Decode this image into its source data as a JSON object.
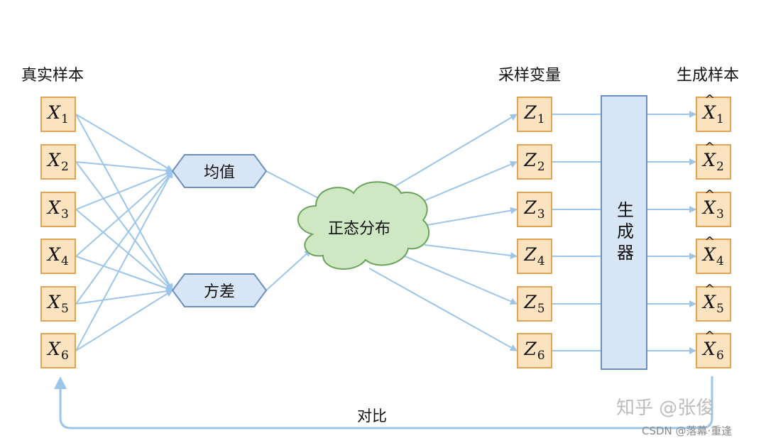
{
  "headings": {
    "real_samples": "真实样本",
    "sampled_vars": "采样变量",
    "generated_samples": "生成样本"
  },
  "inputs": [
    {
      "var": "X",
      "sub": "1"
    },
    {
      "var": "X",
      "sub": "2"
    },
    {
      "var": "X",
      "sub": "3"
    },
    {
      "var": "X",
      "sub": "4"
    },
    {
      "var": "X",
      "sub": "5"
    },
    {
      "var": "X",
      "sub": "6"
    }
  ],
  "stats": {
    "mean": "均值",
    "variance": "方差"
  },
  "distribution": "正态分布",
  "latents": [
    {
      "var": "Z",
      "sub": "1"
    },
    {
      "var": "Z",
      "sub": "2"
    },
    {
      "var": "Z",
      "sub": "3"
    },
    {
      "var": "Z",
      "sub": "4"
    },
    {
      "var": "Z",
      "sub": "5"
    },
    {
      "var": "Z",
      "sub": "6"
    }
  ],
  "generator": "生成器",
  "outputs": [
    {
      "var": "X",
      "hat": "^",
      "sub": "1"
    },
    {
      "var": "X",
      "hat": "^",
      "sub": "2"
    },
    {
      "var": "X",
      "hat": "^",
      "sub": "3"
    },
    {
      "var": "X",
      "hat": "^",
      "sub": "4"
    },
    {
      "var": "X",
      "hat": "^",
      "sub": "5"
    },
    {
      "var": "X",
      "hat": "^",
      "sub": "6"
    }
  ],
  "compare": "对比",
  "watermarks": {
    "zhihu": "知乎 @张俊",
    "csdn": "CSDN @落幕·重逢"
  },
  "colors": {
    "box_fill": "#fce3c0",
    "box_border": "#e3a452",
    "arrow": "#9cc5ea",
    "hex_fill": "#d8e5f5",
    "hex_border": "#6d8fc0",
    "cloud_fill": "#cfe8c4",
    "cloud_border": "#6aa35a"
  }
}
